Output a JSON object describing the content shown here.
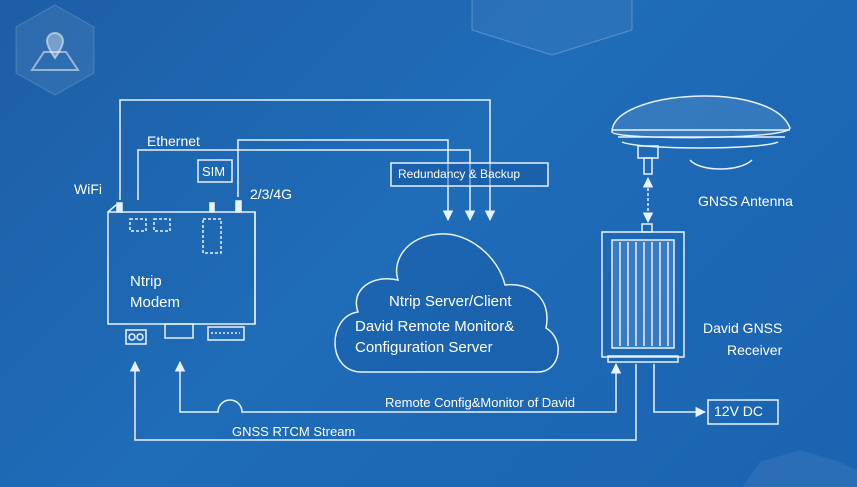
{
  "labels": {
    "wifi": "WiFi",
    "ethernet": "Ethernet",
    "sim": "SIM",
    "cellular": "2/3/4G",
    "modem_line1": "Ntrip",
    "modem_line2": "Modem",
    "redundancy": "Redundancy & Backup",
    "cloud_line1": "Ntrip Server/Client",
    "cloud_line2": "David Remote Monitor&",
    "cloud_line3": "Configuration Server",
    "antenna": "GNSS Antenna",
    "receiver_line1": "David GNSS",
    "receiver_line2": "Receiver",
    "power": "12V DC",
    "remote_config": "Remote Config&Monitor of David",
    "rtcm_stream": "GNSS RTCM Stream"
  },
  "icons": [
    "map-pin-icon"
  ],
  "colors": {
    "background": "#1d5ea6",
    "line": "#e8f1ff"
  }
}
